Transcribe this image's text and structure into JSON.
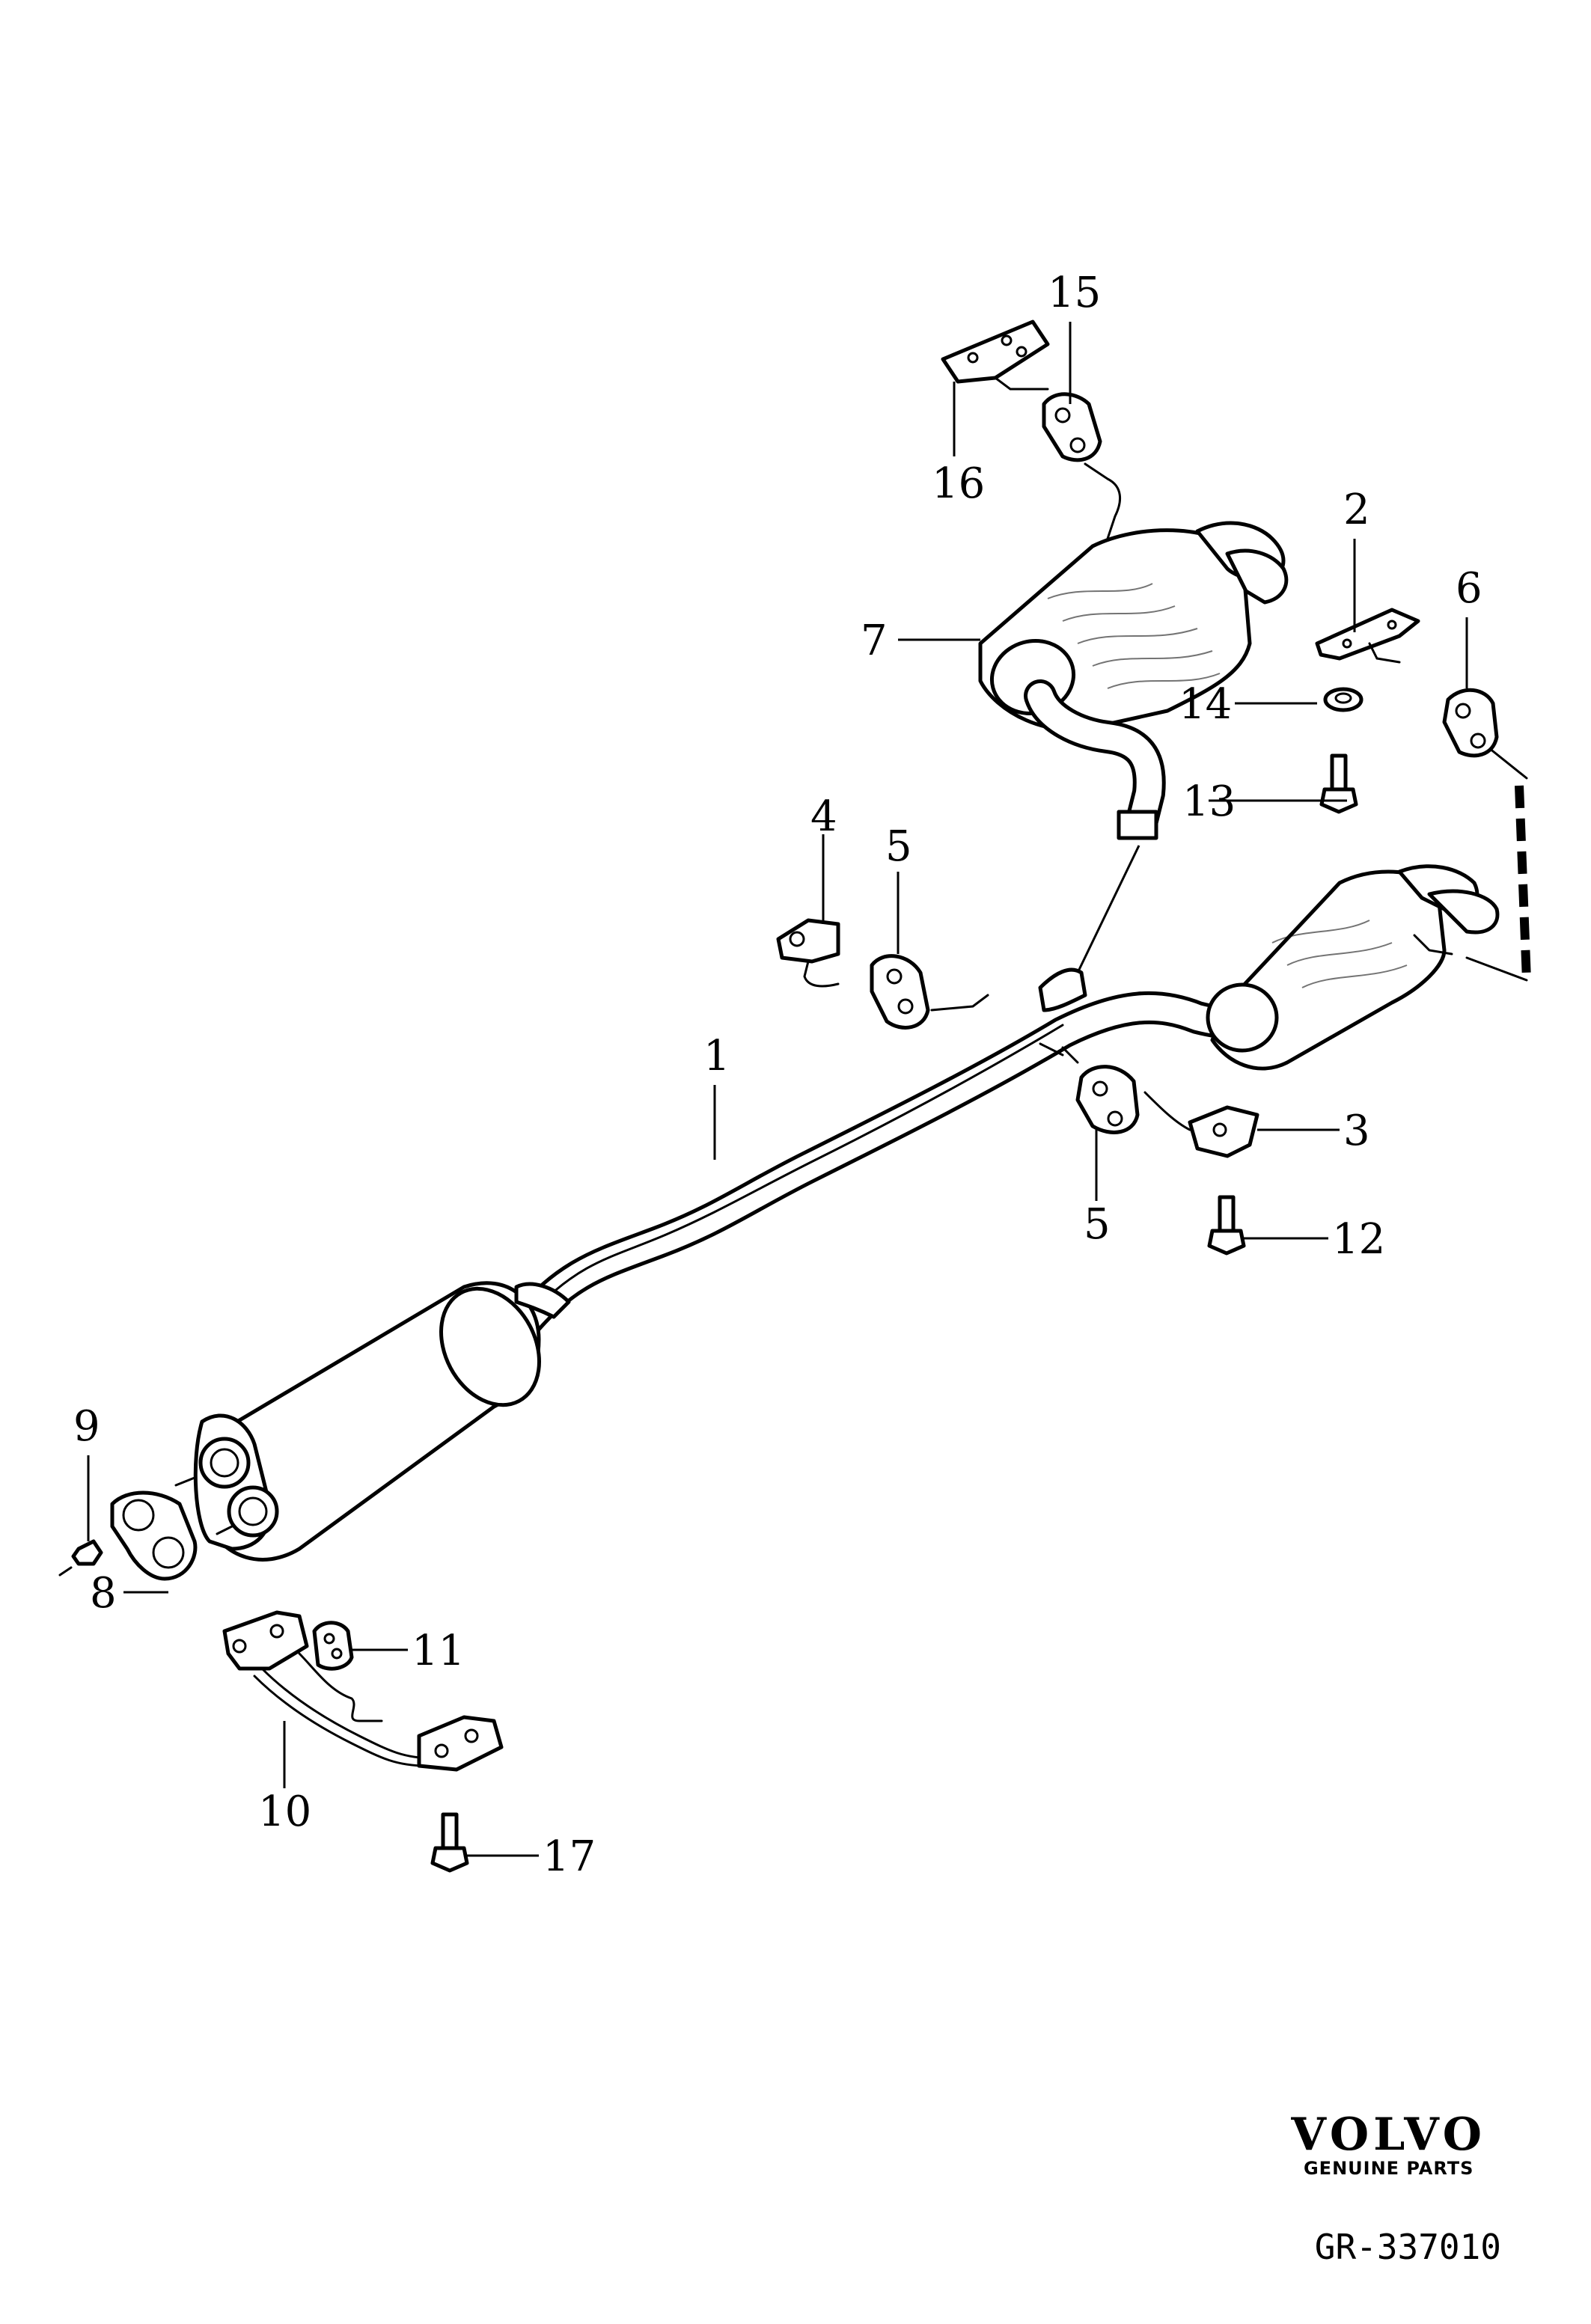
{
  "callouts": [
    "1",
    "2",
    "3",
    "4",
    "5",
    "5",
    "6",
    "7",
    "8",
    "9",
    "10",
    "11",
    "12",
    "13",
    "14",
    "15",
    "16",
    "17"
  ],
  "brand": {
    "logo": "VOLVO",
    "subtitle": "GENUINE PARTS"
  },
  "figure_code": "GR-337010"
}
